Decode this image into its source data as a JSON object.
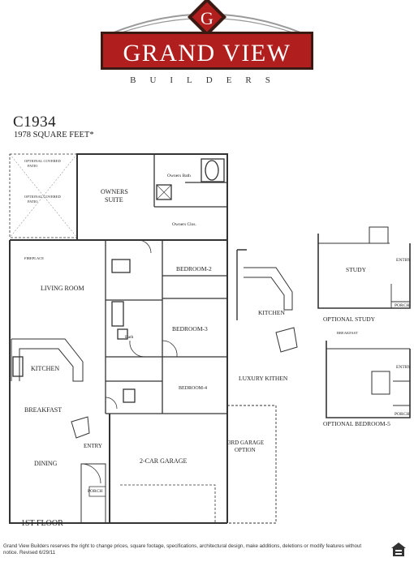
{
  "brand": {
    "monogram": "G",
    "name": "GRAND VIEW",
    "tagline": "BUILDERS",
    "color_red": "#b01e1e",
    "color_dark": "#3a1a12"
  },
  "plan": {
    "code": "C1934",
    "square_feet": "1978 SQUARE FEET*",
    "floor_label": "1ST FLOOR"
  },
  "rooms": {
    "owners_suite": [
      "OWNERS",
      "SUITE"
    ],
    "owners_bath": "Owners Bath",
    "owners_closet": "Owners Clos.",
    "bedroom2": "BEDROOM-2",
    "bedroom3": "BEDROOM-3",
    "bedroom4": "BEDROOM-4",
    "bath": "Bath",
    "living_room": "LIVING ROOM",
    "fireplace": "FIREPLACE",
    "kitchen": "KITCHEN",
    "breakfast": "BREAKFAST",
    "dining": "DINING",
    "entry": "ENTRY",
    "porch": "PORCH",
    "garage": "2-CAR GARAGE",
    "garage_option": [
      "3RD GARAGE",
      "OPTION"
    ],
    "optional_covered_patio_1": [
      "OPTIONAL COVERED",
      "PATIO"
    ],
    "optional_covered_patio_2": [
      "OPTIONAL COVERED",
      "PATIO"
    ]
  },
  "options": {
    "luxury_kitchen": "LUXURY KITHEN",
    "luxury_kitchen_label": "KITCHEN",
    "optional_study": "OPTIONAL STUDY",
    "study": "STUDY",
    "study_entry": "ENTRY",
    "study_porch": "PORCH",
    "optional_bedroom5": "OPTIONAL BEDROOM-5",
    "breakfast_small": "BREAKFAST",
    "bed5_entry": "ENTRY",
    "bed5_porch": "PORCH"
  },
  "disclaimer": "Grand View Builders reserves the right to change prices, square footage, specifications, architectural design, make additions, deletions or modify features without notice. Revised 6/29/11",
  "icons": [
    "equal-housing-opportunity-icon"
  ]
}
